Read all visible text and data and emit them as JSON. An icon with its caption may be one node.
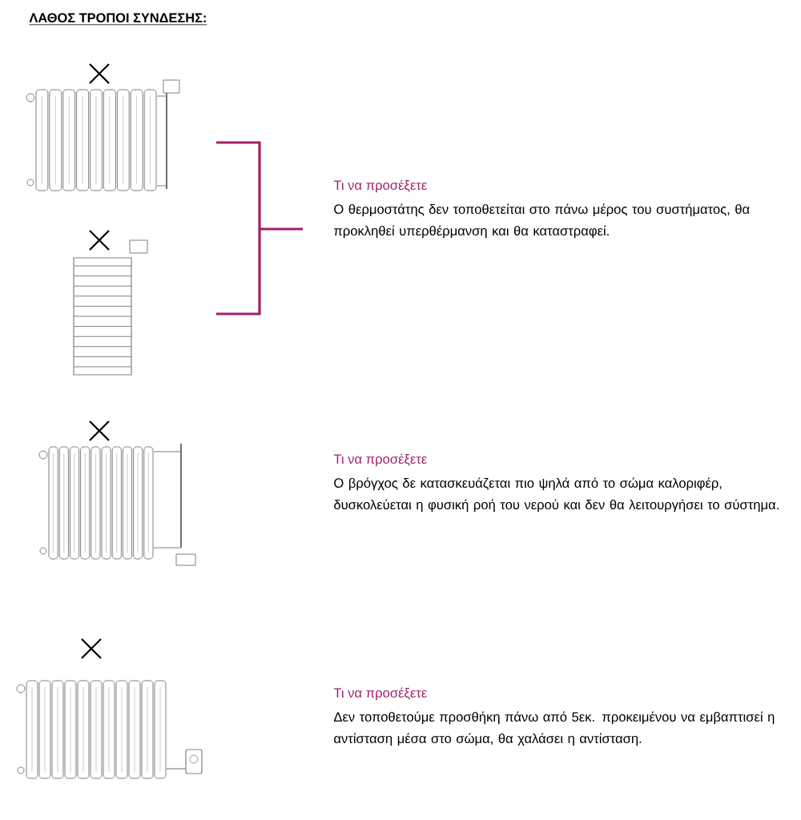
{
  "diagram": {
    "title": "ΛΑΘΟΣ ΤΡΟΠΟΙ ΣΥΝΔΕΣΗΣ:",
    "labels": [
      "Τι να προσέξετε",
      "Ο θερμοστάτης δεν τοποθετείται στο πάνω μέρος του συστήματος, θα προκληθεί υπερθέρμανση και θα καταστραφεί.",
      "Τι να προσέξετε",
      "Ο βρόγχος δε κατασκευάζεται πιο ψηλά από το σώμα καλοριφέρ, δυσκολεύεται η φυσική ροή του νερού και δεν θα λειτουργήσει το σύστημα.",
      "Τι να προσέξετε",
      "Δεν τοποθετούμε προσθήκη πάνω από 5εκ. προκειμένου να εμβαπτισεί η αντίσταση μέσα στο σώμα, θα χαλάσει η αντίσταση."
    ]
  }
}
